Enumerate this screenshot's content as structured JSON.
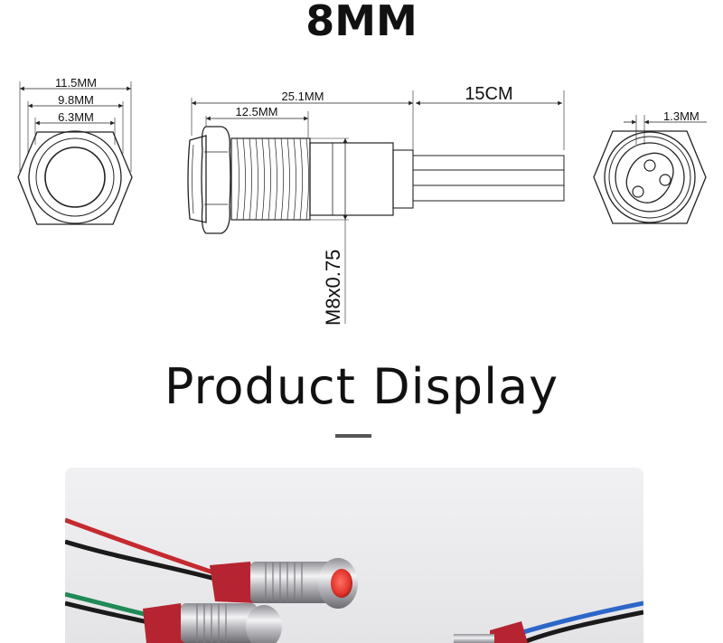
{
  "header": {
    "title": "8MM"
  },
  "diagram": {
    "front_view": {
      "dim_outer": "11.5MM",
      "dim_middle": "9.8MM",
      "dim_inner": "6.3MM"
    },
    "side_view": {
      "dim_total_length": "25.1MM",
      "dim_thread_length": "12.5MM",
      "dim_cable_length": "15CM",
      "thread_spec": "M8x0.75"
    },
    "rear_view": {
      "dim_pin_gap": "1.3MM"
    }
  },
  "display": {
    "heading": "Product Display"
  },
  "photo": {
    "wire_colors": [
      "#c42a2f",
      "#1a1a1a",
      "#1f8a55",
      "#2d66c9"
    ],
    "cap_color": "#b52430"
  }
}
